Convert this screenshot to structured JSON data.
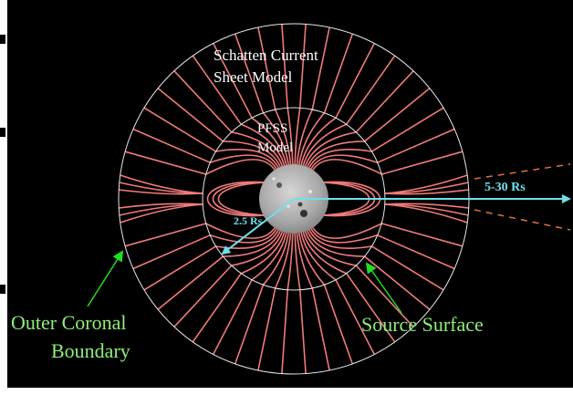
{
  "labels": {
    "schatten_line1": "Schatten Current",
    "schatten_line2": "Sheet Model",
    "pfss_line1": "PFSS",
    "pfss_line2": "Model",
    "inner_radius": "2.5 Rs",
    "outer_radius": "5-30 Rs",
    "outer_boundary_line1": "Outer Coronal",
    "outer_boundary_line2": "Boundary",
    "source_surface": "Source Surface"
  },
  "colors": {
    "background": "#000000",
    "field_lines": "#f07a7a",
    "circles": "#e8e8e8",
    "radius_arrows": "#6ee0ea",
    "callouts": "#22dd22",
    "callout_text": "#8ef07a",
    "sun": "#b8b8b8"
  }
}
